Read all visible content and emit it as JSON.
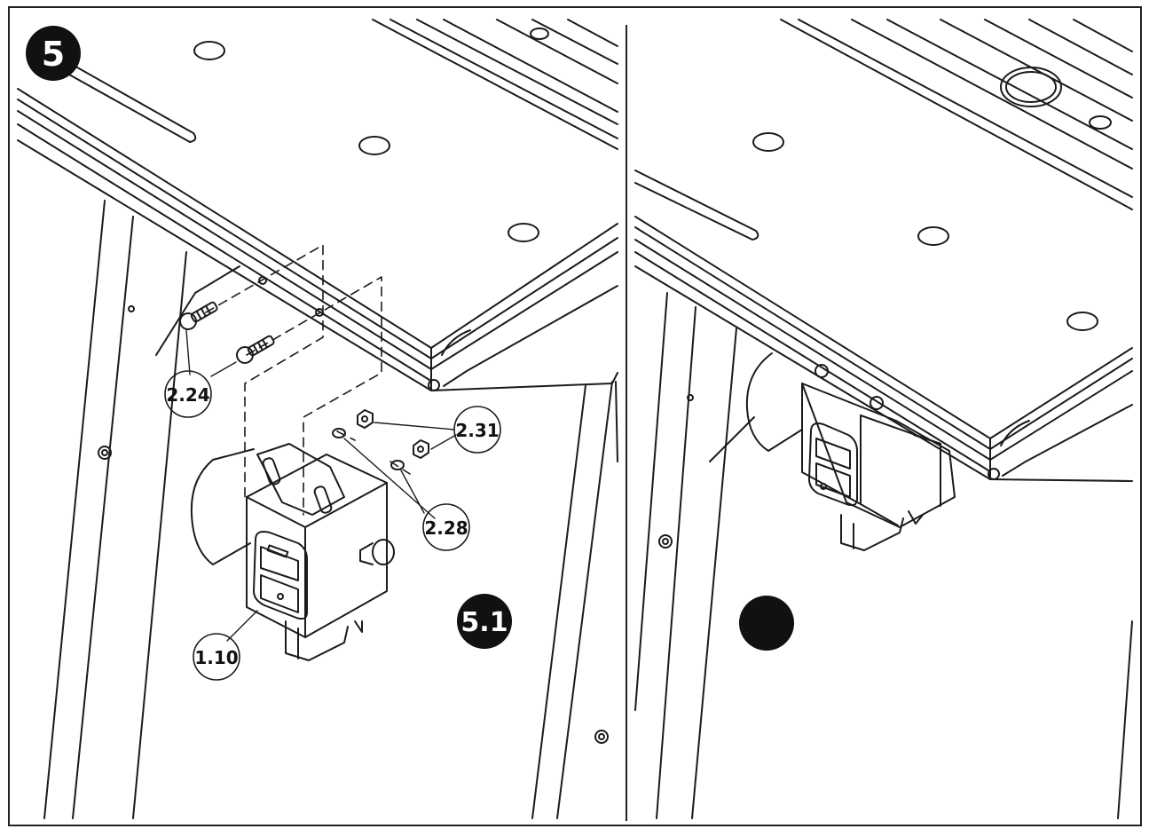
{
  "step": {
    "main": "5",
    "sub": "5.1",
    "blank_badge": ""
  },
  "callouts": {
    "screws": "2.24",
    "nuts": "2.31",
    "washers": "2.28",
    "switch": "1.10"
  },
  "colors": {
    "ink": "#1b1b1b",
    "badge": "#111111",
    "paper": "#ffffff"
  }
}
